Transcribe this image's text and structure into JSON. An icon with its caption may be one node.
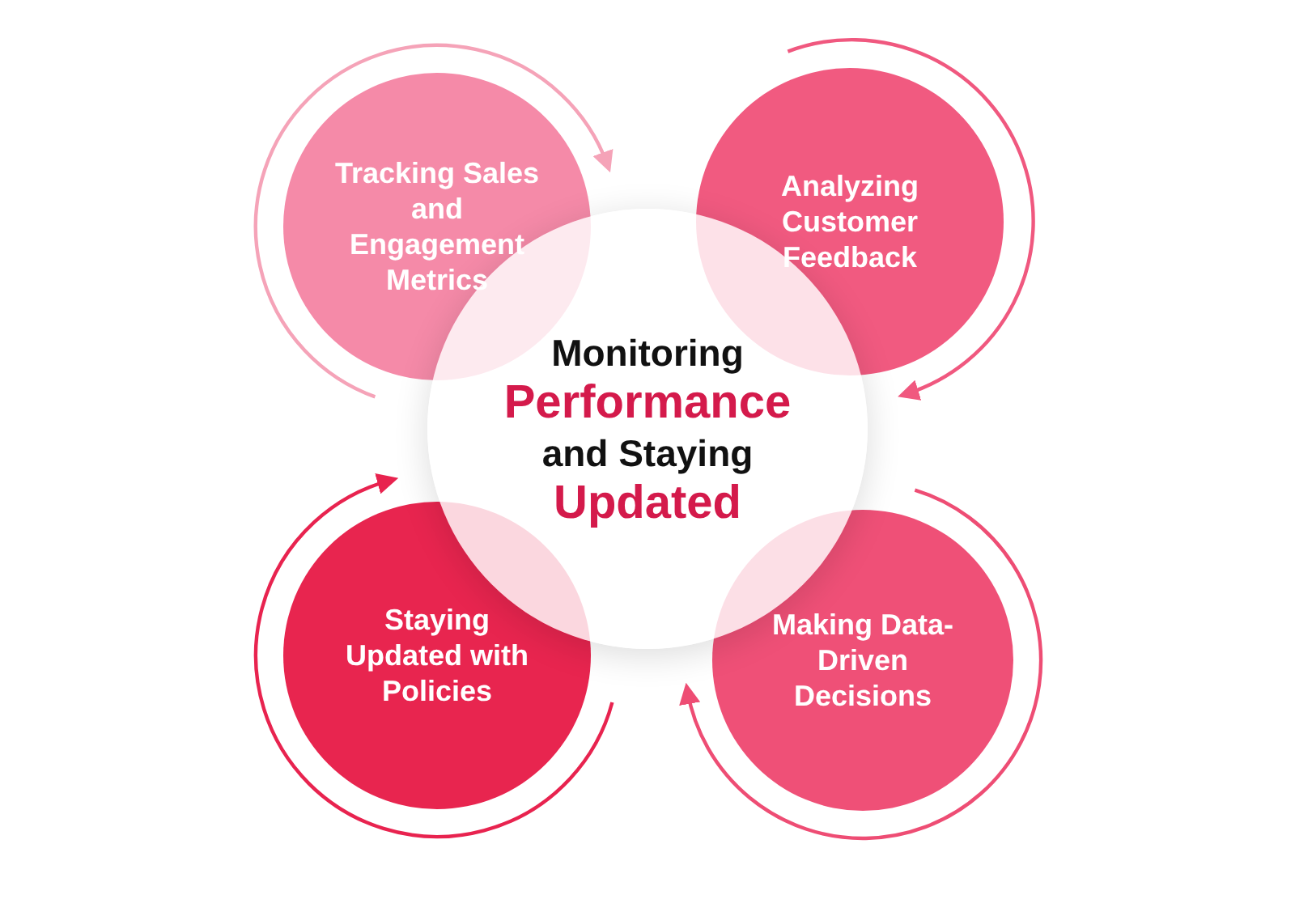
{
  "diagram": {
    "nodes": [
      {
        "text": [
          "Tracking Sales and Engagement Metrics"
        ]
      },
      {
        "text": [
          "Analyzing Customer Feedback"
        ]
      },
      {
        "text": [
          "Monitoring **Performance** and Staying **Updated**"
        ]
      },
      {
        "text": [
          "Staying Updated with Policies"
        ]
      },
      {
        "text": [
          "Making Data-Driven Decisions"
        ]
      }
    ]
  }
}
